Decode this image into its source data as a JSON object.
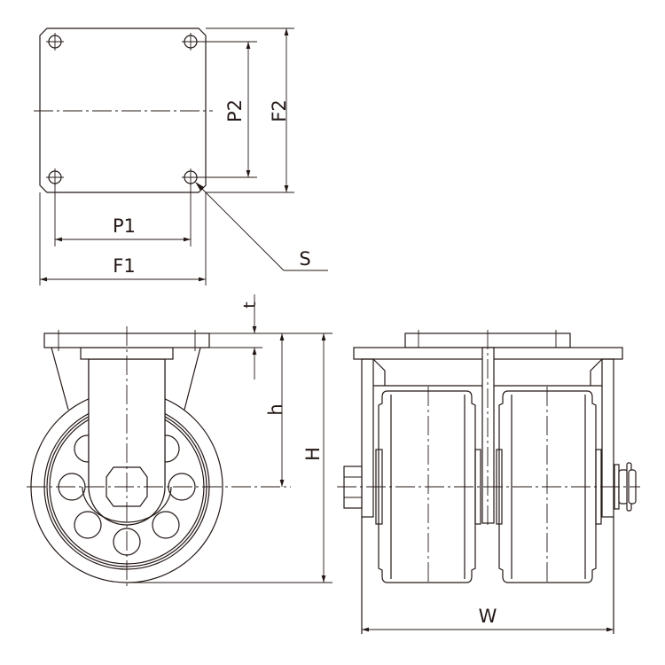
{
  "labels": {
    "p1": "P1",
    "p2": "P2",
    "f1": "F1",
    "f2": "F2",
    "s": "S",
    "t": "t",
    "h_small": "h",
    "h_big": "H",
    "w": "W"
  },
  "colors": {
    "line": "#231815",
    "background": "#ffffff"
  }
}
